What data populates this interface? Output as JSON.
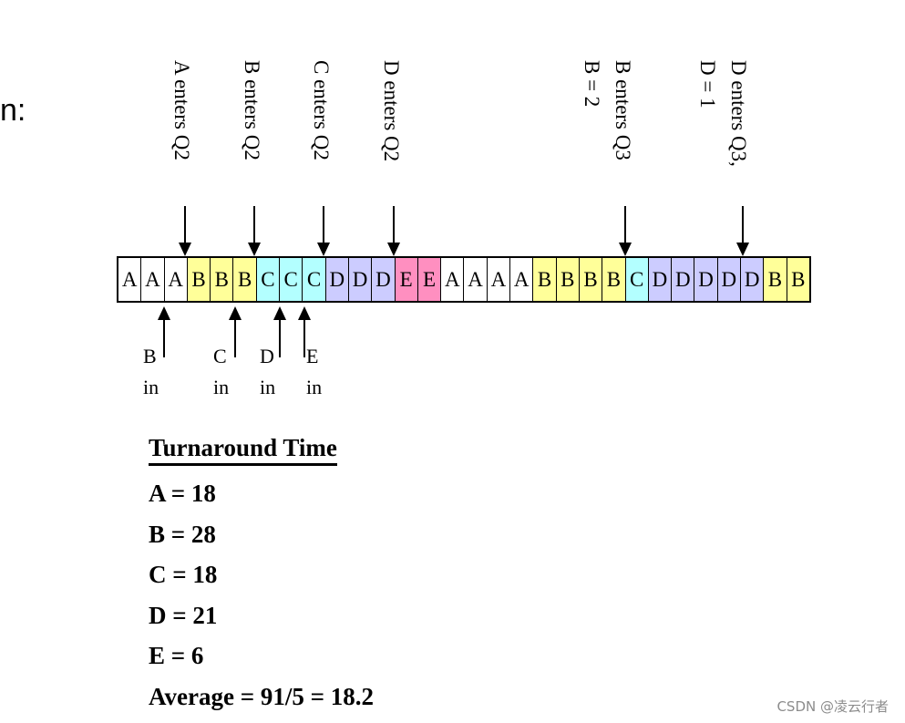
{
  "fragment_text": "n:",
  "top_events": [
    {
      "lines": [
        "A enters Q2"
      ]
    },
    {
      "lines": [
        "B enters Q2"
      ]
    },
    {
      "lines": [
        "C enters Q2"
      ]
    },
    {
      "lines": [
        "D enters Q2"
      ]
    },
    {
      "lines": [
        "B enters Q3",
        "B = 2"
      ]
    },
    {
      "lines": [
        "D enters Q3,",
        "D = 1"
      ]
    }
  ],
  "timeline": {
    "cells": [
      "A",
      "A",
      "A",
      "B",
      "B",
      "B",
      "C",
      "C",
      "C",
      "D",
      "D",
      "D",
      "E",
      "E",
      "A",
      "A",
      "A",
      "A",
      "B",
      "B",
      "B",
      "B",
      "C",
      "D",
      "D",
      "D",
      "D",
      "D",
      "B",
      "B"
    ],
    "colors": {
      "A": "#ffffff",
      "B": "#ffff99",
      "C": "#b3ffff",
      "D": "#ccccff",
      "E": "#ff8fc0"
    }
  },
  "bottom_events": [
    {
      "lines": [
        "B",
        "in"
      ]
    },
    {
      "lines": [
        "C",
        "in"
      ]
    },
    {
      "lines": [
        "D",
        "in"
      ]
    },
    {
      "lines": [
        "E",
        "in"
      ]
    }
  ],
  "turnaround": {
    "title": "Turnaround Time",
    "rows": [
      "A = 18",
      "B = 28",
      "C = 18",
      "D = 21",
      "E = 6",
      "Average = 91/5 = 18.2"
    ]
  },
  "watermark": "CSDN @凌云行者"
}
